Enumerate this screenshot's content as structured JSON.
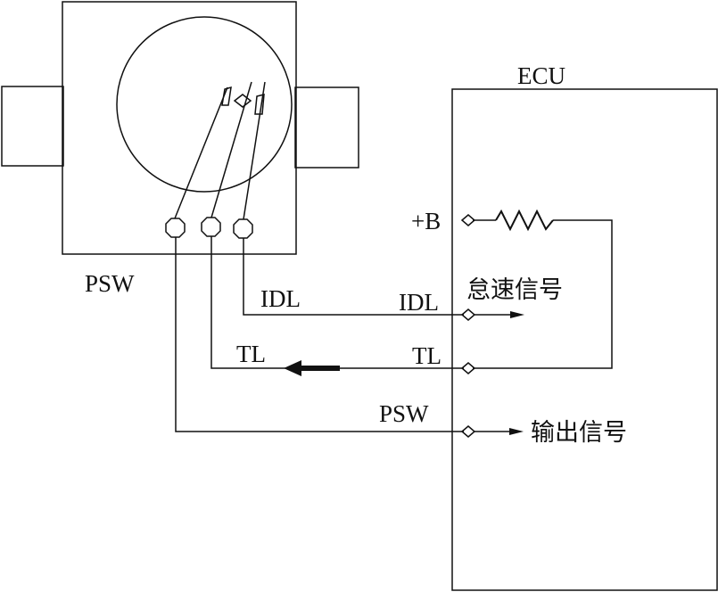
{
  "sensor": {
    "label": "PSW"
  },
  "ecu": {
    "label": "ECU",
    "terminals": {
      "plus_b": "+B",
      "idl": "IDL",
      "tl": "TL",
      "psw": "PSW"
    }
  },
  "wires": {
    "idl": "IDL",
    "tl": "TL"
  },
  "signals": {
    "idle": "怠速信号",
    "output": "输出信号"
  }
}
